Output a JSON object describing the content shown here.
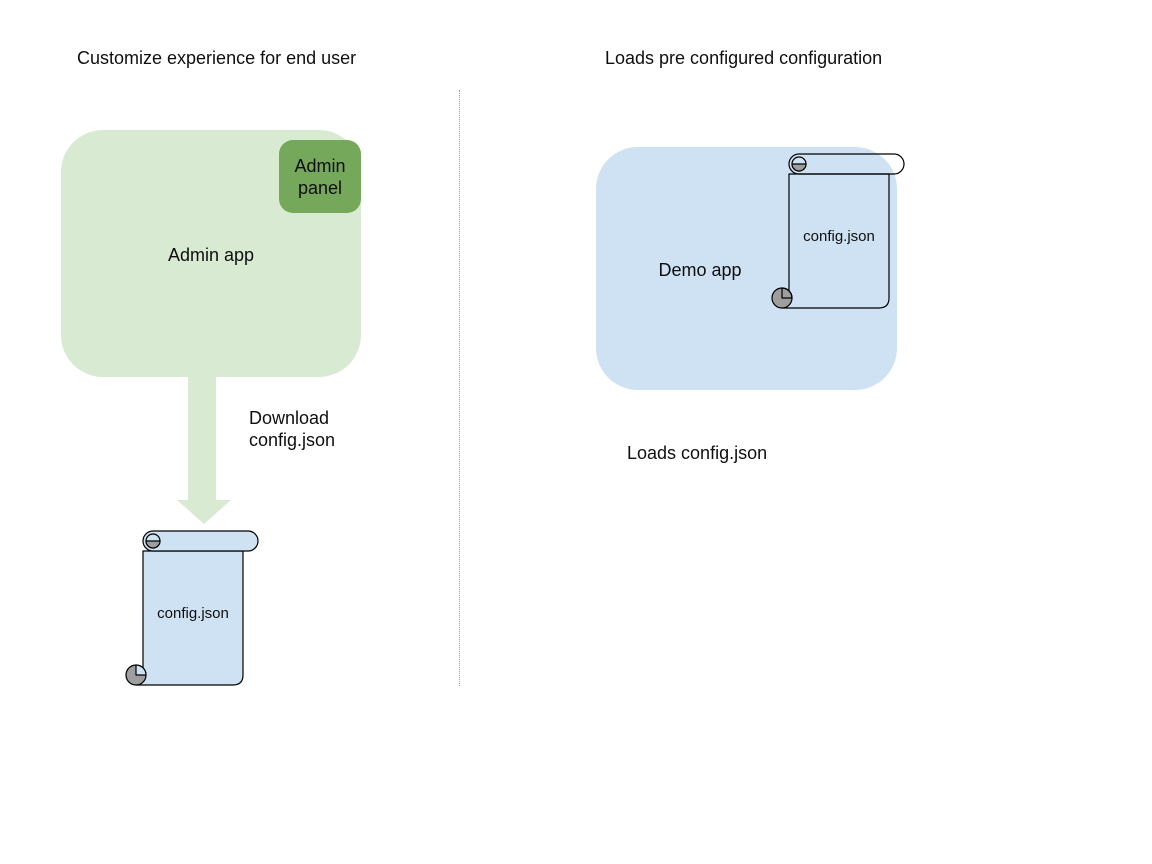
{
  "colors": {
    "page_bg": "#ffffff",
    "light_green": "#d9ead3",
    "green": "#76a85b",
    "light_blue": "#cfe2f3",
    "curl_gray": "#9e9e9e",
    "outline": "#000000",
    "divider": "#9e9e9e",
    "text": "#0f0f0f"
  },
  "left": {
    "title": "Customize experience for end user",
    "app_label": "Admin app",
    "panel_label": "Admin panel",
    "arrow_label": "Download config.json",
    "scroll": {
      "label": "config.json",
      "fill": "#cfe2f3"
    }
  },
  "right": {
    "title": "Loads pre configured configuration",
    "app_label": "Demo app",
    "scroll": {
      "label": "config.json",
      "fill": "none"
    },
    "caption": "Loads config.json"
  }
}
